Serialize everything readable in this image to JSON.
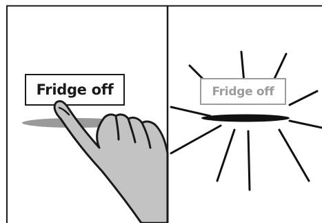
{
  "panels": {
    "left": {
      "button_label": "Fridge off",
      "state": "pressed"
    },
    "right": {
      "button_label": "Fridge off",
      "state": "disabled-flash"
    }
  },
  "colors": {
    "outline": "#1a1a1a",
    "hand_fill": "#c3c3c3",
    "shadow": "#9a9a9a",
    "disabled_text": "#9c9c9c",
    "flash_oval": "#111111"
  },
  "icons": [
    "pressing-hand-icon",
    "flash-burst-icon"
  ]
}
